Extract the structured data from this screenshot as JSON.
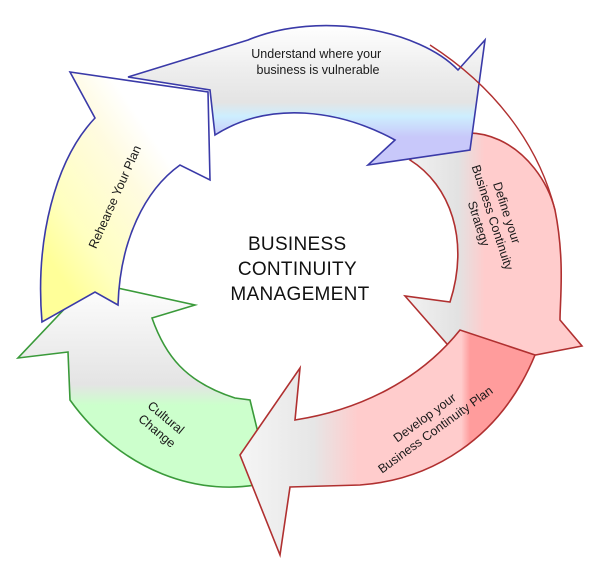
{
  "diagram": {
    "title_lines": [
      "BUSINESS",
      "CONTINUITY",
      "MANAGEMENT"
    ],
    "type": "cycle",
    "steps": [
      {
        "id": "understand",
        "lines": [
          "Understand where your",
          "business is vulnerable"
        ],
        "outline_color": "#3a3aa8",
        "fill_color": "#c8c8fa",
        "accent_color": "#cdeefe"
      },
      {
        "id": "define",
        "lines": [
          "Define your",
          "Business Continuity",
          "Strategy"
        ],
        "outline_color": "#b03030",
        "fill_color": "#ffcccc"
      },
      {
        "id": "develop",
        "lines": [
          "Develop your",
          "Business Continuity Plan"
        ],
        "outline_color": "#b03030",
        "fill_color": "#ffcccc",
        "accent_color": "#ff9a9a"
      },
      {
        "id": "cultural",
        "lines": [
          "Cultural",
          "Change"
        ],
        "outline_color": "#3a9a3a",
        "fill_color": "#ccffcc"
      },
      {
        "id": "rehearse",
        "lines": [
          "Rehearse Your Plan"
        ],
        "outline_color": "#3a3aa8",
        "fill_color": "#ffffc0",
        "accent_color": "#ffff99"
      }
    ]
  }
}
